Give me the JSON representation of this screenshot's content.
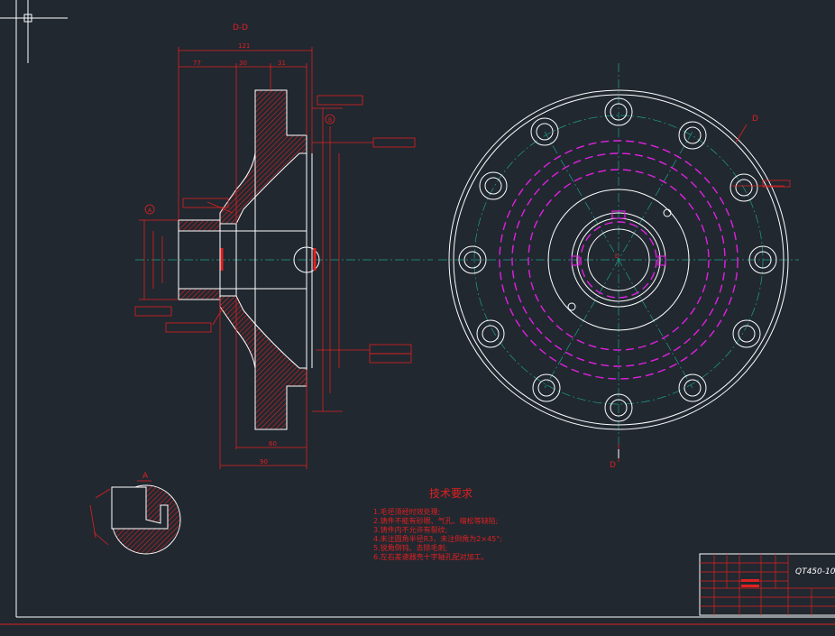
{
  "section_label": "D-D",
  "section_mark_top": "D",
  "section_mark_bottom": "D",
  "centre_mark": "D",
  "datum_a": "A",
  "datum_b": "B",
  "dims": {
    "overall_121": "121",
    "w_77": "77",
    "w_30": "30",
    "w_31": "31",
    "w_60": "60",
    "w_90": "90"
  },
  "detail_label": "A",
  "notes": {
    "title": "技术要求",
    "items": [
      "1.毛坯须经时效处理;",
      "2.铸件不能有砂眼、气孔、缩松等缺陷;",
      "3.铸件内不允许有裂纹;",
      "4.未注圆角半径R3，未注倒角为2×45°;",
      "5.锐角倒钝、去除毛刺;",
      "6.左右差速器壳十字轴孔配对加工。"
    ]
  },
  "title_block": {
    "part_code": "QT450-10"
  },
  "colors": {
    "background": "#212830",
    "dimension": "#e02020",
    "outline": "#ffffff",
    "centerline": "#1fa08a",
    "hidden": "#e020e0"
  }
}
